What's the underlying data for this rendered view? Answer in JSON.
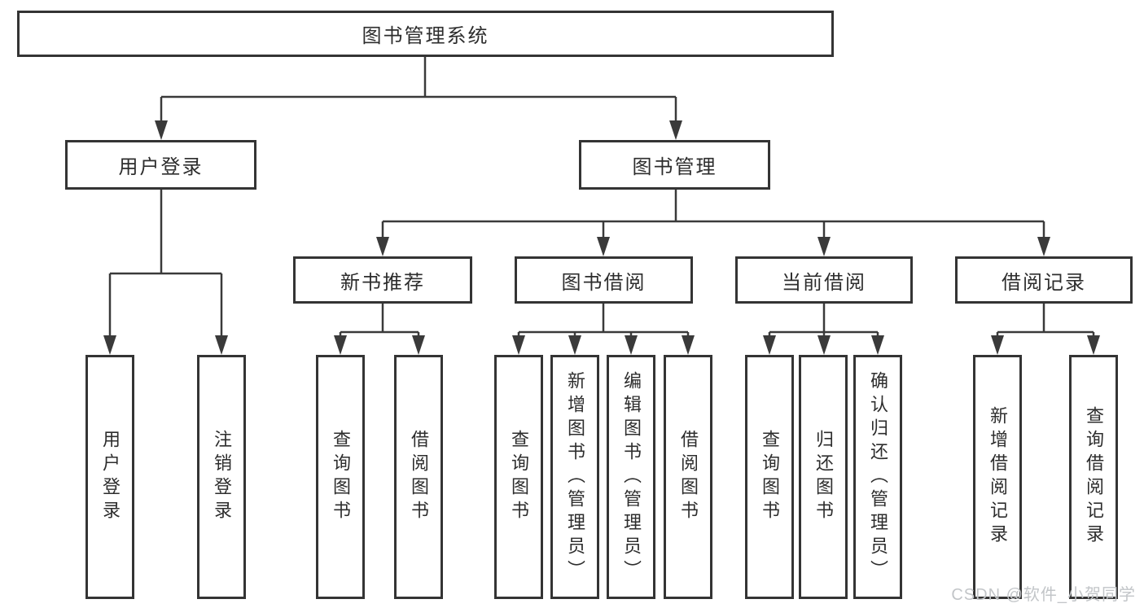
{
  "tree": {
    "root": "图书管理系统",
    "branches": [
      {
        "label": "用户登录",
        "leaves": [
          "用户登录",
          "注销登录"
        ]
      },
      {
        "label": "图书管理",
        "groups": [
          {
            "label": "新书推荐",
            "leaves": [
              "查询图书",
              "借阅图书"
            ]
          },
          {
            "label": "图书借阅",
            "leaves": [
              "查询图书",
              "新增图书（管理员）",
              "编辑图书（管理员）",
              "借阅图书"
            ]
          },
          {
            "label": "当前借阅",
            "leaves": [
              "查询图书",
              "归还图书",
              "确认归还（管理员）"
            ]
          },
          {
            "label": "借阅记录",
            "leaves": [
              "新增借阅记录",
              "查询借阅记录"
            ]
          }
        ]
      }
    ]
  },
  "watermark": "CSDN @软件_小贺同学",
  "colors": {
    "line": "#3a3a3a",
    "box_border": "#343434",
    "text": "#2d2d2d",
    "watermark": "#c2c5c8",
    "background": "#ffffff"
  }
}
